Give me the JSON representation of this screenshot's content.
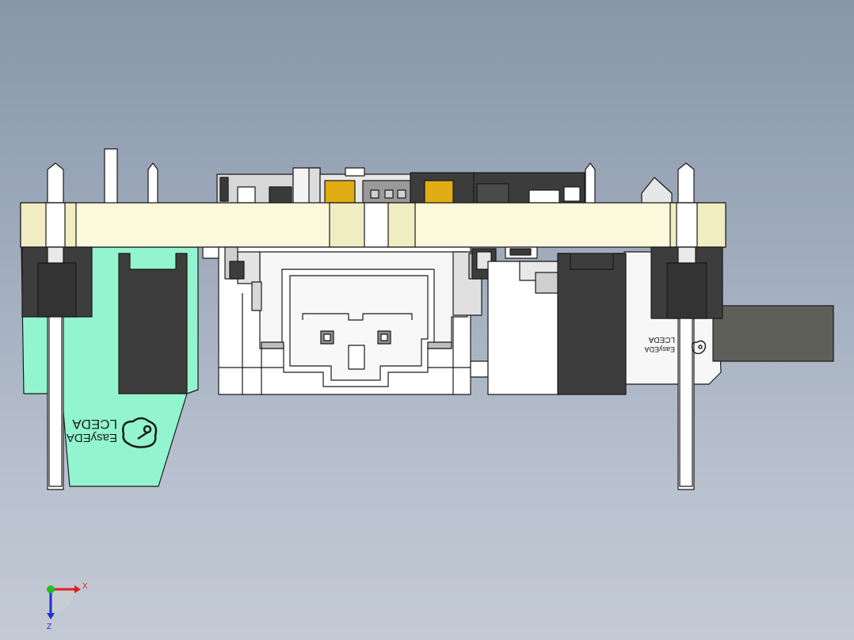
{
  "viewport": {
    "background_top": "#8896a8",
    "background_bottom": "#c3cad5"
  },
  "model": {
    "board_color": "#fbf8dc",
    "mint_pcb_color": "#92f5cf",
    "connector_color": "#3d3d3d",
    "gold_pad_color": "#e1ad14",
    "housing_color": "#ffffff"
  },
  "logos": {
    "left": {
      "line1": "EasyEDA",
      "line2": "LCEDA",
      "icon": "lceda-logo-icon"
    },
    "right": {
      "line1": "EasyEDA",
      "line2": "LCEDA",
      "icon": "lceda-logo-icon"
    }
  },
  "triad": {
    "x_label": "X",
    "z_label": "Z",
    "x_color": "#e02020",
    "y_color": "#20c020",
    "z_color": "#2030d0"
  }
}
